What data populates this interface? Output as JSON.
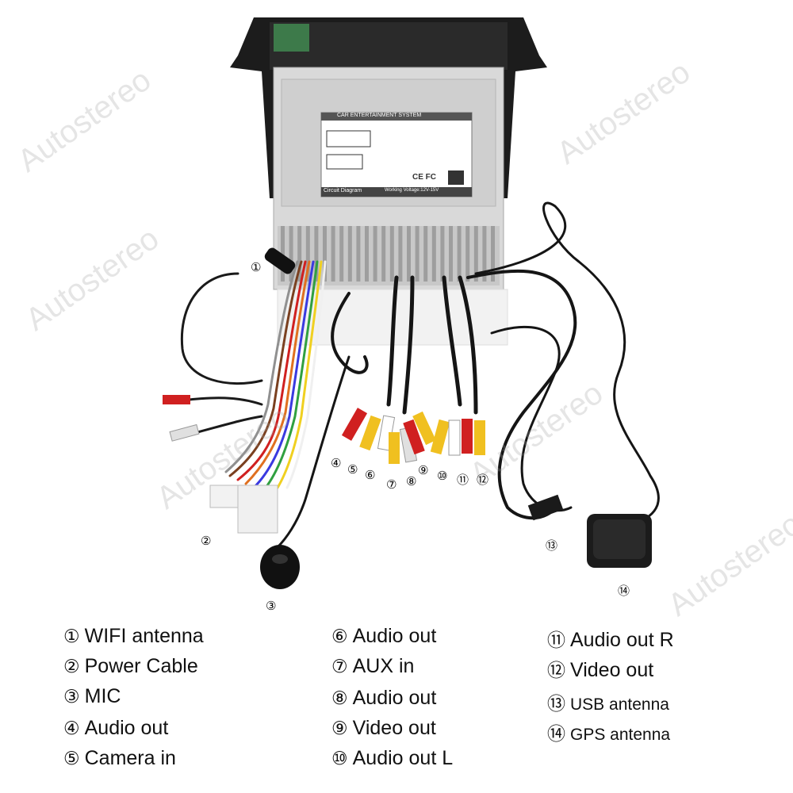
{
  "watermark_text": "Autostereo",
  "unit_label": {
    "title": "CAR ENTERTAINMENT SYSTEM",
    "footer_left": "Circuit Diagram",
    "footer_right": "Working Voltage:12V-15V",
    "cert": "CE FC"
  },
  "callouts": [
    "①",
    "②",
    "③",
    "④",
    "⑤",
    "⑥",
    "⑦",
    "⑧",
    "⑨",
    "⑩",
    "⑪",
    "⑫",
    "⑬",
    "⑭"
  ],
  "legend": {
    "col1": [
      {
        "num": "①",
        "label": "WIFI antenna"
      },
      {
        "num": "②",
        "label": "Power Cable"
      },
      {
        "num": "③",
        "label": "MIC"
      },
      {
        "num": "④",
        "label": "Audio out"
      },
      {
        "num": "⑤",
        "label": "Camera in"
      }
    ],
    "col2": [
      {
        "num": "⑥",
        "label": "Audio out"
      },
      {
        "num": "⑦",
        "label": "AUX in"
      },
      {
        "num": "⑧",
        "label": "Audio out"
      },
      {
        "num": "⑨",
        "label": "Video out"
      },
      {
        "num": "⑩",
        "label": "Audio out L"
      }
    ],
    "col3": [
      {
        "num": "⑪",
        "label": "Audio out R"
      },
      {
        "num": "⑫",
        "label": "Video out"
      },
      {
        "num": "⑬",
        "label": "USB antenna"
      },
      {
        "num": "⑭",
        "label": "GPS antenna"
      }
    ]
  }
}
